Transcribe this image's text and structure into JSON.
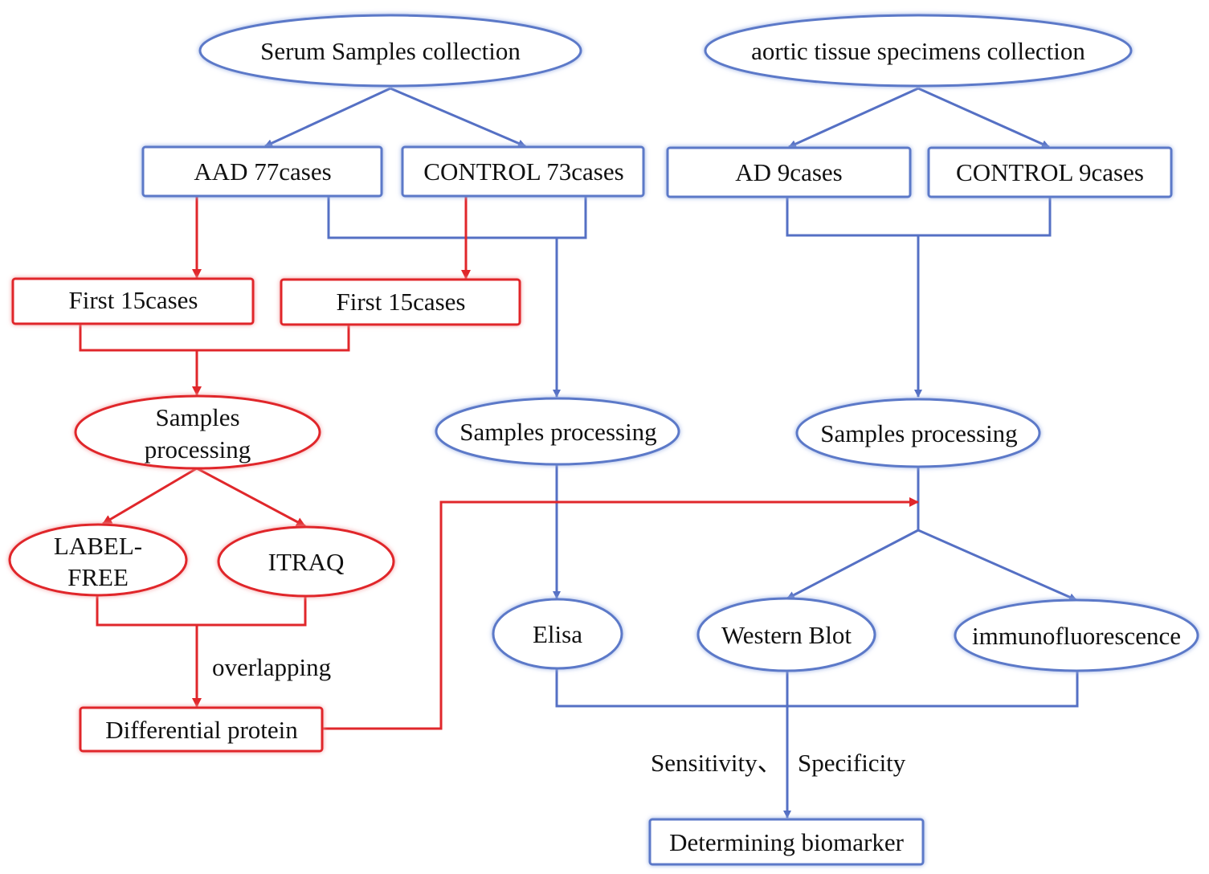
{
  "colors": {
    "blue": "#5b79c8",
    "red": "#e0272b",
    "text": "#111111",
    "background": "#ffffff"
  },
  "nodes": {
    "serum_collection": "Serum Samples collection",
    "aortic_collection": "aortic tissue specimens collection",
    "aad_cases": "AAD 77cases",
    "control_serum": "CONTROL 73cases",
    "ad_cases": "AD 9cases",
    "control_tissue": "CONTROL 9cases",
    "first_aad": "First 15cases",
    "first_control": "First 15cases",
    "red_processing_1": "Samples",
    "red_processing_2": "processing",
    "serum_processing": "Samples processing",
    "tissue_processing": "Samples processing",
    "label_free_1": "LABEL-",
    "label_free_2": "FREE",
    "itraq": "ITRAQ",
    "differential": "Differential protein",
    "elisa": "Elisa",
    "western": "Western Blot",
    "immuno": "immunofluorescence",
    "biomarker": "Determining biomarker"
  },
  "edge_labels": {
    "overlapping": "overlapping",
    "sensitivity": "Sensitivity、",
    "specificity": "Specificity"
  }
}
